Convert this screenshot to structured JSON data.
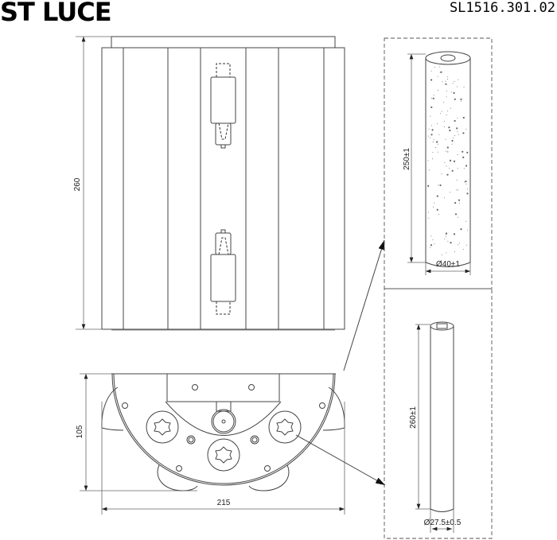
{
  "header": {
    "brand": "ST LUCE",
    "model_code": "SL1516.301.02"
  },
  "front_view": {
    "height_dim": "260"
  },
  "bottom_view": {
    "depth_dim": "105",
    "width_dim": "215"
  },
  "detail_shade": {
    "length_dim": "250±1",
    "diameter_dim": "Ø40±1"
  },
  "detail_tube": {
    "length_dim": "260±1",
    "diameter_dim": "Ø27.5±0.5"
  }
}
